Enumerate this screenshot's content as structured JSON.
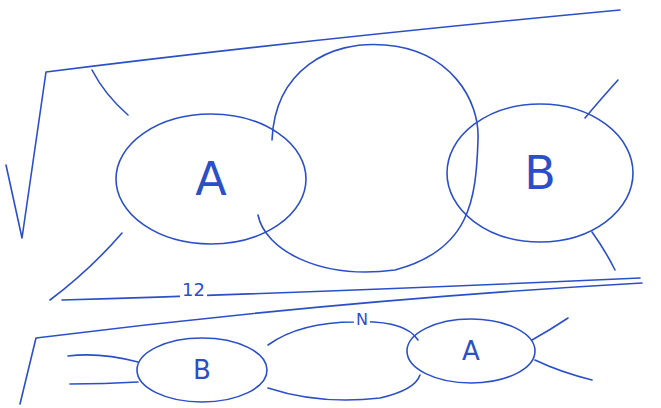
{
  "diagram": {
    "nodes": [
      {
        "text": [
          "A"
        ]
      },
      {
        "text": [
          "B"
        ]
      },
      {
        "text": [
          "B"
        ]
      },
      {
        "text": [
          "A"
        ]
      }
    ],
    "labels": [
      "12",
      "N"
    ]
  }
}
